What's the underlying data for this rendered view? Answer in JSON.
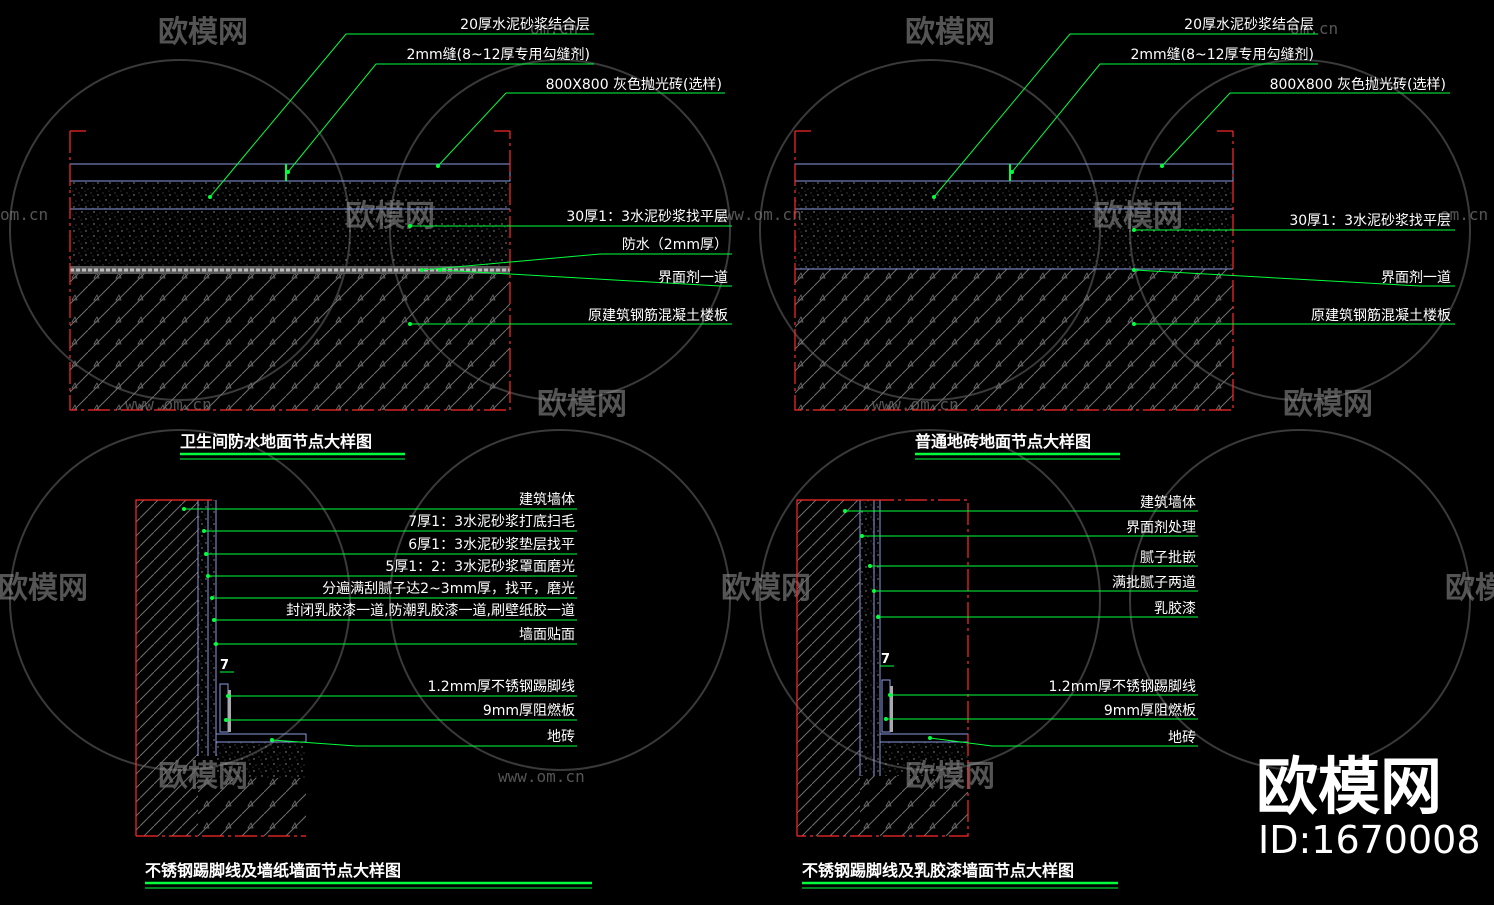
{
  "colors": {
    "leader": "#00ff3c",
    "border": "#ff2a2a",
    "outline": "#8a9adf",
    "hatch": "#7d7d7d",
    "background": "#000000"
  },
  "panel_tl": {
    "title": "卫生间防水地面节点大样图",
    "labels": [
      "20厚水泥砂浆结合层",
      "2mm缝(8~12厚专用勾缝剂)",
      "800X800 灰色抛光砖(选样)",
      "30厚1：3水泥砂浆找平层",
      "防水（2mm厚）",
      "界面剂一道",
      "原建筑钢筋混凝土楼板"
    ]
  },
  "panel_tr": {
    "title": "普通地砖地面节点大样图",
    "labels": [
      "20厚水泥砂浆结合层",
      "2mm缝(8~12厚专用勾缝剂)",
      "800X800 灰色抛光砖(选样)",
      "30厚1：3水泥砂浆找平层",
      "界面剂一道",
      "原建筑钢筋混凝土楼板"
    ]
  },
  "panel_bl": {
    "title": "不锈钢踢脚线及墙纸墙面节点大样图",
    "dimension": "7",
    "labels": [
      "建筑墙体",
      "7厚1：3水泥砂浆打底扫毛",
      "6厚1：3水泥砂浆垫层找平",
      "5厚1：2：3水泥砂浆罩面磨光",
      "分遍满刮腻子达2~3mm厚，找平，磨光",
      "封闭乳胶漆一道,防潮乳胶漆一道,刷壁纸胶一道",
      "墙面贴面",
      "1.2mm厚不锈钢踢脚线",
      "9mm厚阻燃板",
      "地砖"
    ]
  },
  "panel_br": {
    "title": "不锈钢踢脚线及乳胶漆墙面节点大样图",
    "dimension": "7",
    "labels": [
      "建筑墙体",
      "界面剂处理",
      "腻子批嵌",
      "满批腻子两道",
      "乳胶漆",
      "1.2mm厚不锈钢踢脚线",
      "9mm厚阻燃板",
      "地砖"
    ]
  },
  "watermark": {
    "brand": "欧模网",
    "url": "www.om.cn",
    "url_short": "om.cn",
    "logo_text": "欧模网",
    "id_text": "ID:1670008"
  }
}
